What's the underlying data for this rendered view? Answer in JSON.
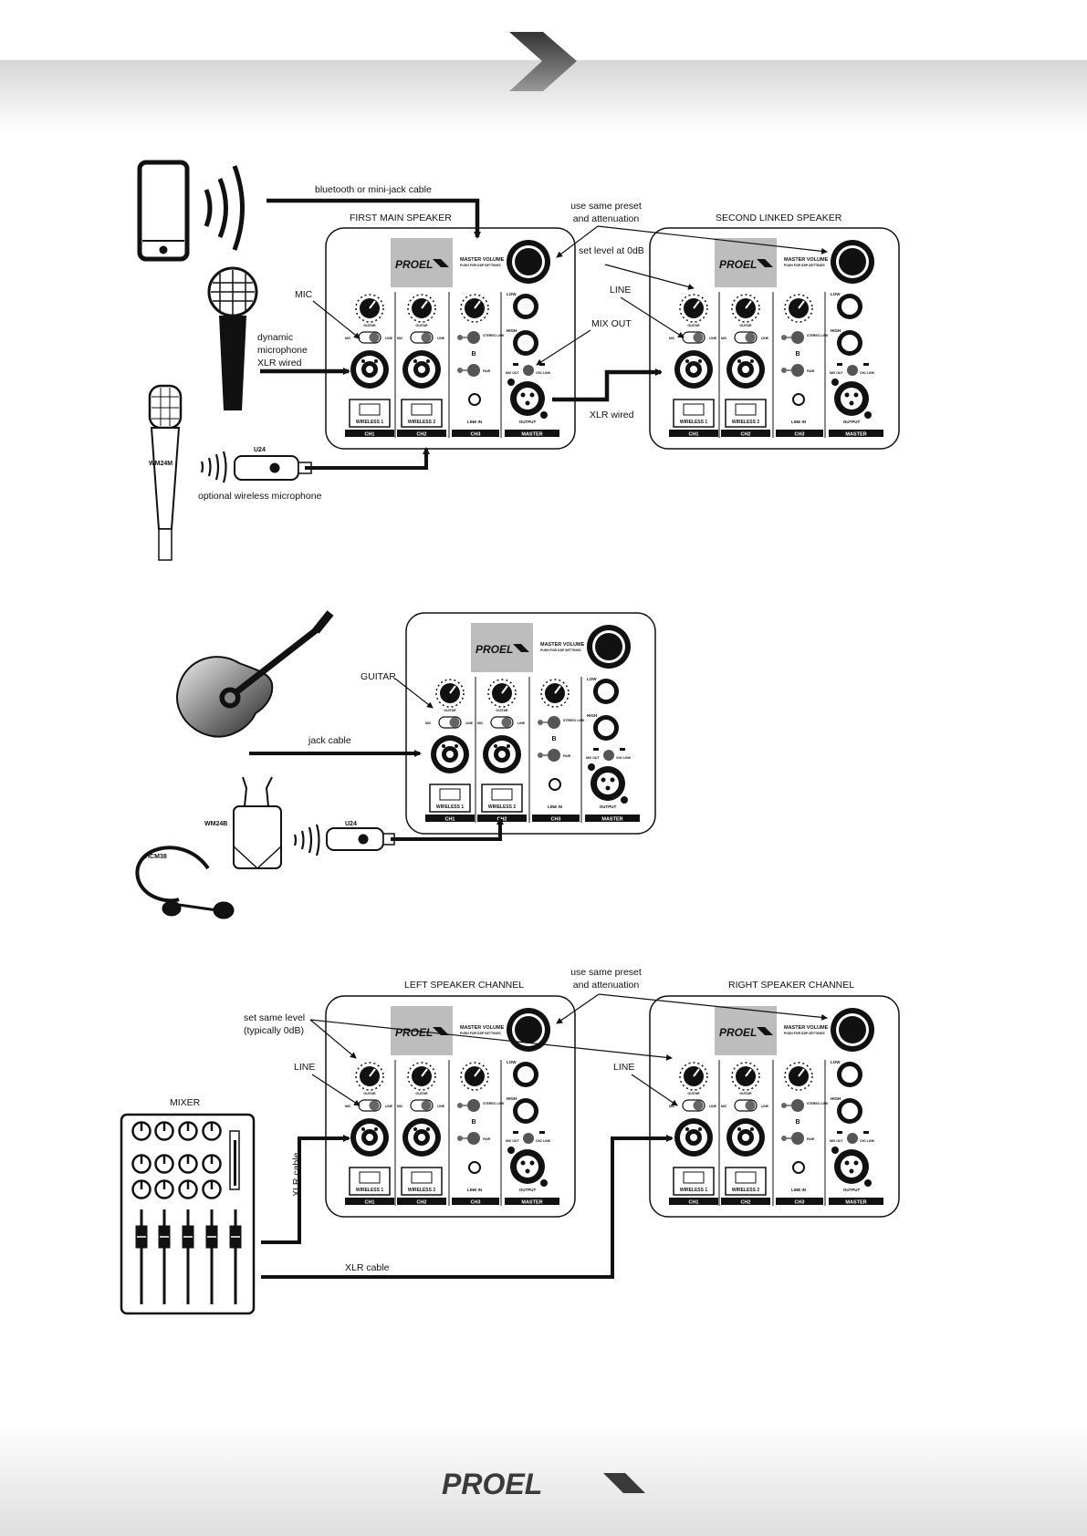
{
  "brand": "PROEL",
  "panel": {
    "brand": "PROEL",
    "master_volume": "MASTER VOLUME",
    "master_sub": "PUSH FOR DSP SETTINGS",
    "low": "LOW",
    "high": "HIGH",
    "stereo_link": "STEREO LINK",
    "pair": "PAIR",
    "mix_out": "MIX OUT",
    "ch1_link": "CH1 LINK",
    "guitar": "GUITAR",
    "mic": "MIC",
    "line": "LINE",
    "wireless1": "WIRELESS 1",
    "wireless2": "WIRELESS 2",
    "line_in": "LINE IN",
    "output": "OUTPUT",
    "ch_labels": [
      "CH1",
      "CH2",
      "CH3",
      "MASTER"
    ]
  },
  "diagram1": {
    "source_cable": "bluetooth or mini-jack cable",
    "first_speaker": "FIRST MAIN SPEAKER",
    "second_speaker": "SECOND LINKED SPEAKER",
    "use_same": "use same preset\nand attenuation",
    "set_level": "set level at 0dB",
    "mic": "MIC",
    "line": "LINE",
    "mix_out": "MIX OUT",
    "dynamic_mic": "dynamic\nmicrophone\nXLR wired",
    "xlr_wired": "XLR wired",
    "wm24m": "WM24M",
    "u24": "U24",
    "optional_wireless": "optional wireless microphone"
  },
  "diagram2": {
    "guitar": "GUITAR",
    "jack_cable": "jack cable",
    "wm24b": "WM24B",
    "hcm38": "HCM38",
    "u24": "U24"
  },
  "diagram3": {
    "left_speaker": "LEFT SPEAKER CHANNEL",
    "right_speaker": "RIGHT SPEAKER CHANNEL",
    "use_same": "use same preset\nand attenuation",
    "set_same_level": "set same level\n(typically 0dB)",
    "line_left": "LINE",
    "line_right": "LINE",
    "mixer": "MIXER",
    "xlr_cable_v": "XLR cable",
    "xlr_cable_h": "XLR cable"
  }
}
